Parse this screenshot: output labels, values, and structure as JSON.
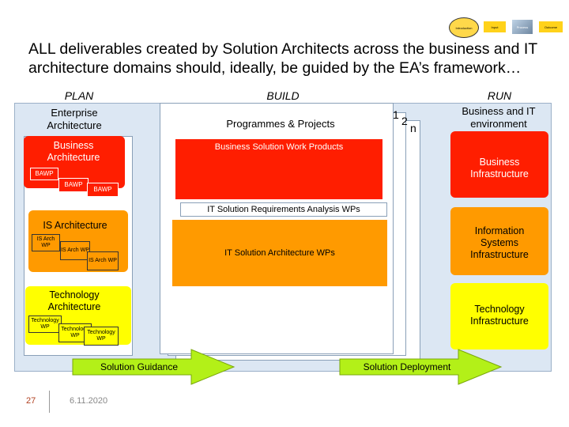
{
  "process_chain": {
    "steps": [
      "Introduction",
      "Input",
      "Process",
      "Outcome"
    ]
  },
  "slide": {
    "title": "ALL deliverables created by Solution Architects across the business and IT architecture domains should, ideally, be guided by the EA’s framework…",
    "page_number": "27",
    "date": "6.11.2020"
  },
  "columns": {
    "plan": "PLAN",
    "build": "BUILD",
    "run": "RUN"
  },
  "plan": {
    "header": "Enterprise Architecture",
    "business_architecture": "Business Architecture",
    "bawp": [
      "BAWP",
      "BAWP",
      "BAWP"
    ],
    "is_architecture": "IS Architecture",
    "is_arch_wp": [
      "IS Arch WP",
      "IS Arch WP",
      "IS Arch WP"
    ],
    "technology_architecture": "Technology Architecture",
    "technology_wp": [
      "Technology WP",
      "Technology WP",
      "Technology WP"
    ]
  },
  "build": {
    "header": "Programmes & Projects",
    "stack_labels": [
      "1",
      "2",
      "n"
    ],
    "business_solution": "Business Solution Work Products",
    "it_requirements": "IT Solution Requirements Analysis WPs",
    "it_architecture": "IT Solution Architecture WPs"
  },
  "run": {
    "header": "Business and IT environment",
    "business_infrastructure": "Business Infrastructure",
    "information_systems": "Information Systems Infrastructure",
    "technology_infrastructure": "Technology Infrastructure"
  },
  "arrows": {
    "guidance": "Solution Guidance",
    "deployment": "Solution Deployment"
  },
  "colors": {
    "panel": "#dce7f3",
    "red": "#ff1e00",
    "orange": "#ff9a00",
    "yellow": "#ffff00",
    "arrow_green": "#b3f018"
  }
}
